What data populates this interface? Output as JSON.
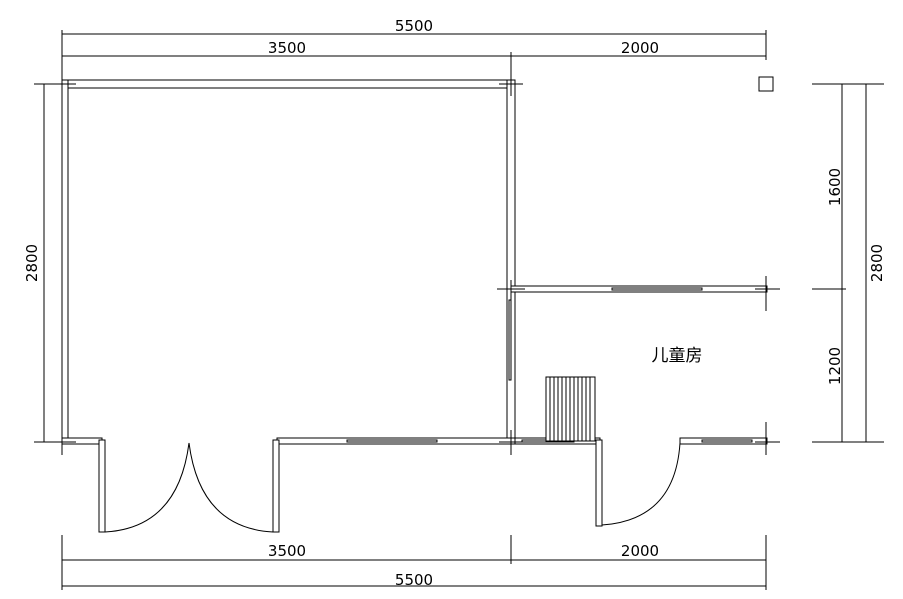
{
  "dimensions": {
    "top_total": "5500",
    "top_left": "3500",
    "top_right": "2000",
    "bottom_left": "3500",
    "bottom_right": "2000",
    "bottom_total": "5500",
    "left_height": "2800",
    "right_upper": "1600",
    "right_lower": "1200",
    "right_total": "2800"
  },
  "rooms": {
    "children_room": "儿童房"
  }
}
